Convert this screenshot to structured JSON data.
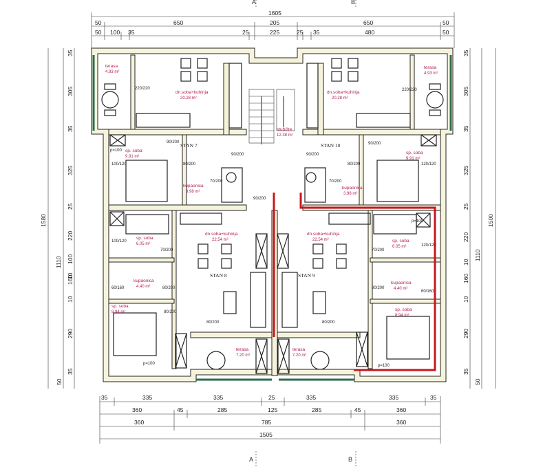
{
  "top_dimensions": {
    "row1": [
      "1605"
    ],
    "row2": [
      "50",
      "650",
      "205",
      "650",
      "50"
    ],
    "row3": [
      "50",
      "100",
      "35",
      "25",
      "225",
      "25",
      "35",
      "480",
      "50"
    ]
  },
  "bottom_dimensions": {
    "row1": [
      "35",
      "335",
      "335",
      "25",
      "335",
      "335",
      "35"
    ],
    "row2": [
      "360",
      "45",
      "285",
      "125",
      "285",
      "45",
      "360"
    ],
    "row3": [
      "360",
      "785",
      "360"
    ],
    "row4": [
      "1505"
    ]
  },
  "left_dimensions": {
    "outer": [
      "1580",
      "1110"
    ],
    "inner": [
      "35",
      "305",
      "35",
      "325",
      "25",
      "220",
      "100",
      "10",
      "160",
      "10",
      "290",
      "35",
      "50"
    ]
  },
  "right_dimensions": {
    "outer": [
      "1500",
      "1110"
    ],
    "inner": [
      "35",
      "305",
      "35",
      "325",
      "25",
      "220",
      "10",
      "160",
      "10",
      "290",
      "35",
      "50"
    ]
  },
  "section_marks": [
    "A",
    "B",
    "A",
    "B"
  ],
  "units": [
    {
      "stan": "STAN 7"
    },
    {
      "stan": "STAN 10"
    },
    {
      "stan": "STAN 8"
    },
    {
      "stan": "STAN 9"
    }
  ],
  "rooms": [
    {
      "name": "terasa",
      "area": "4.93 m²"
    },
    {
      "name": "terasa",
      "area": "4.93 m²"
    },
    {
      "name": "dn.soba+kuhinja",
      "area": "20.28 m²"
    },
    {
      "name": "dn.soba+kuhinja",
      "area": "20.28 m²"
    },
    {
      "name": "stubište",
      "area": "12.38 m²"
    },
    {
      "name": "sp. soba",
      "area": "9.91 m²"
    },
    {
      "name": "sp. soba",
      "area": "9.91 m²"
    },
    {
      "name": "kupaonica",
      "area": "3.98 m²"
    },
    {
      "name": "kupaonica",
      "area": "3.98 m²"
    },
    {
      "name": "sp. soba",
      "area": "6.05 m²"
    },
    {
      "name": "sp. soba",
      "area": "6.05 m²"
    },
    {
      "name": "dn.soba+kuhinja",
      "area": "22.54 m²"
    },
    {
      "name": "dn.soba+kuhinja",
      "area": "22.54 m²"
    },
    {
      "name": "kupaonica",
      "area": "4.40 m²"
    },
    {
      "name": "kupaonica",
      "area": "4.40 m²"
    },
    {
      "name": "sp. soba",
      "area": "8.94 m²"
    },
    {
      "name": "sp. soba",
      "area": "8.94 m²"
    },
    {
      "name": "terasa",
      "area": "7.20 m²"
    },
    {
      "name": "terasa",
      "area": "7.20 m²"
    }
  ],
  "door_labels": [
    "90/200",
    "80/200",
    "70/200",
    "90/200",
    "80/200",
    "70/200",
    "100/120",
    "120/120",
    "100/120",
    "120/120",
    "p=100",
    "p=100",
    "220/220",
    "220/220",
    "90/200",
    "90/200",
    "90/200",
    "70/200",
    "80/200",
    "80/200",
    "70/200",
    "80/200",
    "60/160",
    "60/160",
    "80/200",
    "80/200",
    "p=100",
    "p=100"
  ],
  "colors": {
    "wall_fill": "#f6f3dc",
    "outline": "#222222",
    "room_text": "#b0205a",
    "highlight": "#c8161d",
    "terrace_edge": "#2e6b4f"
  }
}
